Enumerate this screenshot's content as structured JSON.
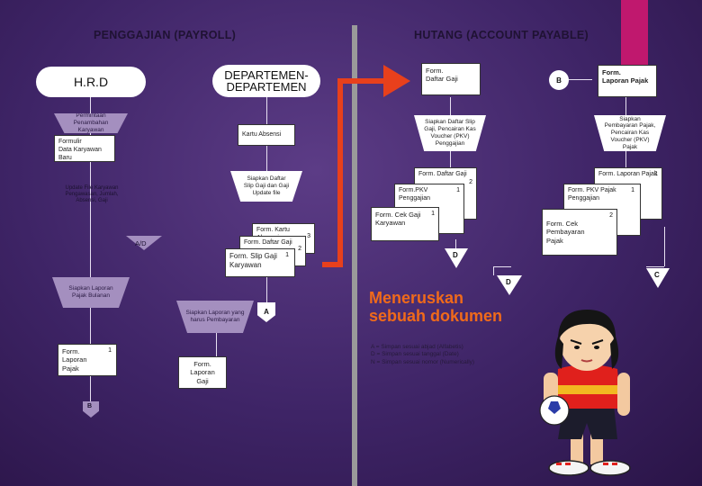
{
  "headers": {
    "left": "PENGGAJIAN (PAYROLL)",
    "right": "HUTANG (ACCOUNT PAYABLE)"
  },
  "left": {
    "hrd": "H.R.D",
    "departemen": [
      "DEPARTEMEN-",
      "DEPARTEMEN"
    ],
    "permintaan": "Permintaan Penambahan Karyawan",
    "formulir_data": [
      "Formulir",
      "Data Karyawan",
      "Baru"
    ],
    "update_file": "Update File Karyawan Pengawasan, Jumlah, Absensi, Gaji",
    "kartu_absensi": "Kartu Absensi",
    "siapkan_daftar": [
      "Siapkan Daftar",
      "Slip Gaji dan Gaji",
      "Update file"
    ],
    "ad_label": "A/D",
    "stack_forms": [
      "Form. Kartu Absensi",
      "Form. Daftar Gaji",
      "Form. Slip Gaji",
      "Karyawan"
    ],
    "stack_nums": [
      "3",
      "2",
      "1"
    ],
    "siapkan_laporan_pajak": "Siapkan Laporan Pajak Bulanan",
    "siapkan_laporan_pembayaran": "Siapkan Laporan yang harus Pembayaran",
    "a_label": "A",
    "form_laporan_pajak": [
      "Form.",
      "Laporan",
      "Pajak"
    ],
    "form_laporan_pajak_num": "1",
    "form_laporan_gaji": [
      "Form.",
      "Laporan",
      "Gaji"
    ],
    "b_label": "B"
  },
  "right": {
    "form_daftar_gaji": [
      "Form.",
      "Daftar Gaji"
    ],
    "b_label": "B",
    "form_laporan_pajak": [
      "Form.",
      "Laporan Pajak"
    ],
    "siapkan_daftar": "Siapkan Daftar Slip Gaji, Pencairan Kas Voucher (PKV) Penggajian",
    "siapkan_pembayaran": "Siapkan Pembayaran Pajak, Pencairan Kas Voucher (PKV) Pajak",
    "stack_left": [
      "Form. Daftar Gaji",
      "Form.PKV Penggajian",
      "Form. Cek Gaji",
      "Karyawan"
    ],
    "stack_left_nums": [
      "2",
      "1",
      "1"
    ],
    "stack_right": [
      "Form. Laporan Pajak",
      "Form. PKV Pajak",
      "Penggajian",
      "Form. Cek",
      "Pembayaran",
      "Pajak"
    ],
    "stack_right_nums": [
      "1",
      "1",
      "2"
    ],
    "d_label_1": "D",
    "d_label_2": "D",
    "c_label": "C"
  },
  "callout": [
    "Meneruskan",
    "sebuah dokumen"
  ],
  "legend": [
    "A = Simpan sesuai abjad (Alfabetis)",
    "D = Simpan sesuai tanggal  (Date)",
    "N = Simpan sesuai nomor (Numerically)"
  ],
  "colors": {
    "arrow": "#e8401c",
    "callout_text": "#f06a1a",
    "accent_bar": "#c0186e"
  }
}
